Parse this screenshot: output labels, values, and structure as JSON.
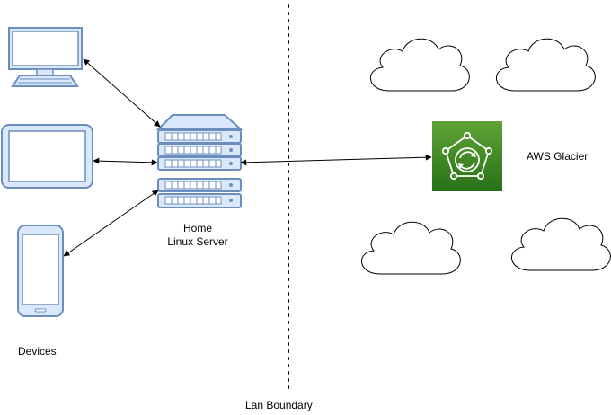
{
  "labels": {
    "server_line1": "Home",
    "server_line2": "Linux Server",
    "aws": "AWS Glacier",
    "devices": "Devices",
    "lan": "Lan Boundary"
  },
  "icons": {
    "desktop": "desktop-computer-icon",
    "tablet": "tablet-icon",
    "phone": "smartphone-icon",
    "server": "server-rack-icon",
    "glacier": "aws-glacier-icon",
    "cloud": "cloud-icon"
  },
  "colors": {
    "device_stroke": "#6c8ebf",
    "device_fill": "#dae8fc",
    "glacier_top": "#60a337",
    "glacier_bottom": "#277116",
    "cloud_stroke": "#000000",
    "line": "#000000"
  }
}
